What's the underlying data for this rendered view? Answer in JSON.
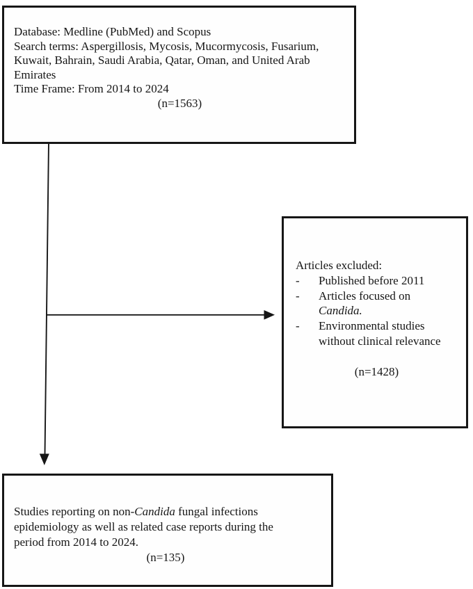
{
  "diagram": {
    "top_box": {
      "lines": [
        "Database: Medline (PubMed) and Scopus",
        "Search terms: Aspergillosis, Mycosis, Mucormycosis, Fusarium,",
        "Kuwait, Bahrain, Saudi Arabia, Qatar, Oman, and United Arab",
        "Emirates",
        "Time Frame: From 2014 to 2024"
      ],
      "count": "(n=1563)"
    },
    "exclusion_box": {
      "title": "Articles excluded:",
      "bullets": [
        {
          "dash": "-",
          "text": "Published before 2011",
          "italic": ""
        },
        {
          "dash": "-",
          "text": "Articles focused on",
          "italic": ""
        },
        {
          "dash": "",
          "text": "",
          "italic": "Candida."
        },
        {
          "dash": "-",
          "text": "Environmental studies",
          "italic": ""
        },
        {
          "dash": "",
          "text": "without clinical relevance",
          "italic": ""
        }
      ],
      "count": "(n=1428)"
    },
    "included_box": {
      "lines": [
        {
          "pre": "Studies reporting on non-",
          "italic": "Candida",
          "post": " fungal infections"
        },
        {
          "pre": "epidemiology as well as related case reports during the",
          "italic": "",
          "post": ""
        },
        {
          "pre": "period from 2014 to 2024.",
          "italic": "",
          "post": ""
        }
      ],
      "count": "(n=135)"
    },
    "colors": {
      "ink": "#161616",
      "background": "#ffffff"
    }
  }
}
